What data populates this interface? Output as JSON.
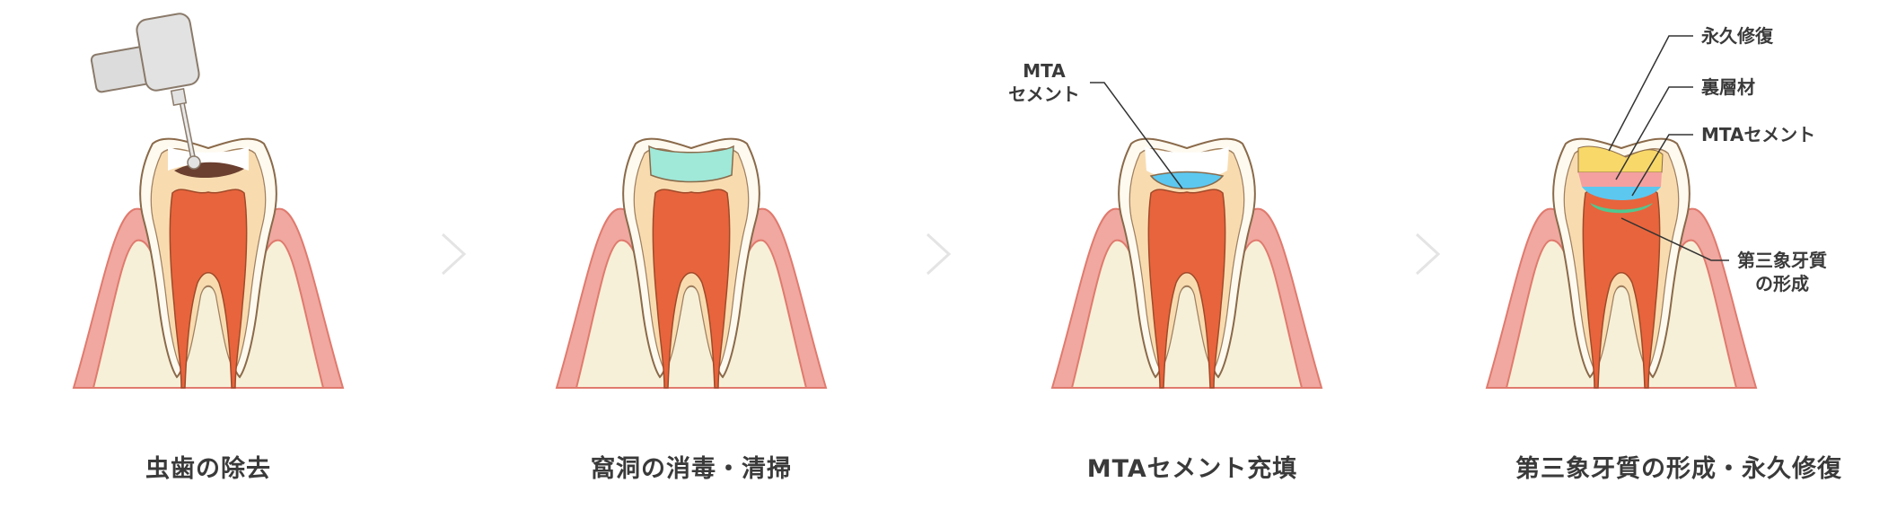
{
  "steps": [
    {
      "caption": "虫歯の除去"
    },
    {
      "caption": "窩洞の消毒・清掃"
    },
    {
      "caption": "MTAセメント充填"
    },
    {
      "caption": "第三象牙質の形成・永久修復"
    }
  ],
  "step3_label": {
    "line1": "MTA",
    "line2": "セメント"
  },
  "step4_labels": {
    "permanent": "永久修復",
    "liner": "裏層材",
    "mta": "MTAセメント",
    "tertiary_line1": "第三象牙質",
    "tertiary_line2": "の形成"
  },
  "colors": {
    "gum": "#f0a8a0",
    "bone": "#f7f0d8",
    "enamel": "#fffaf0",
    "dentin": "#f8dcb0",
    "pulp": "#e8643c",
    "decay": "#6b4030",
    "disinfect": "#a0e8d8",
    "mta": "#5cc8f0",
    "permanent": "#f8d868",
    "liner": "#f4a0a0",
    "tertiary": "#50c890"
  }
}
